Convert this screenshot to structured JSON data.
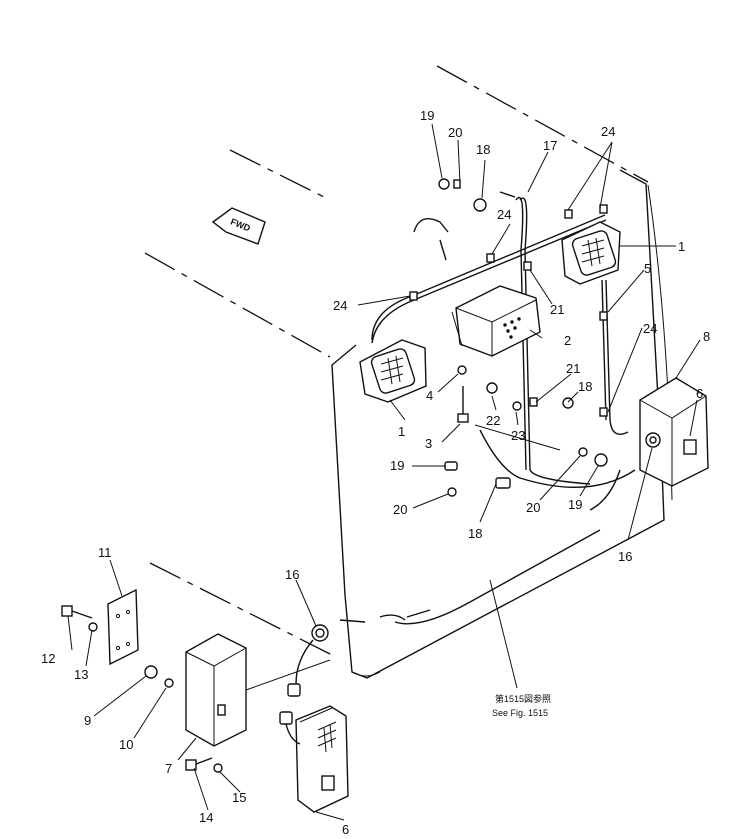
{
  "diagram": {
    "direction_tag": "FWD",
    "reference_note_jp": "第1515図参照",
    "reference_note_en": "See Fig. 1515",
    "callouts": [
      "1",
      "2",
      "3",
      "4",
      "5",
      "6",
      "7",
      "8",
      "9",
      "10",
      "11",
      "12",
      "13",
      "14",
      "15",
      "16",
      "17",
      "18",
      "19",
      "20",
      "21",
      "22",
      "23",
      "24"
    ]
  }
}
